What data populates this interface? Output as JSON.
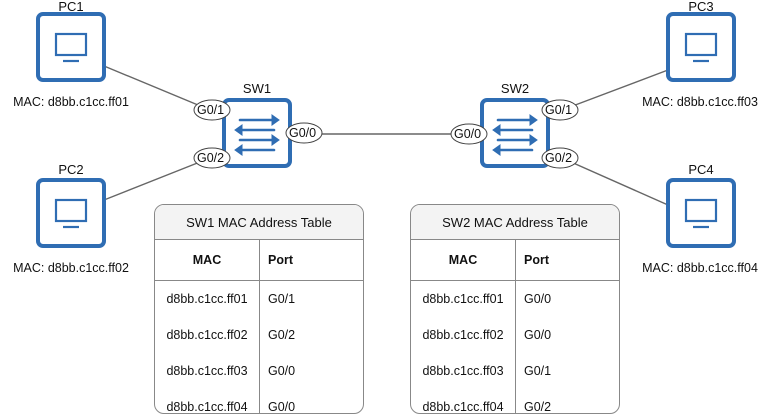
{
  "pcs": [
    {
      "name": "PC1",
      "mac": "MAC: d8bb.c1cc.ff01"
    },
    {
      "name": "PC2",
      "mac": "MAC: d8bb.c1cc.ff02"
    },
    {
      "name": "PC3",
      "mac": "MAC: d8bb.c1cc.ff03"
    },
    {
      "name": "PC4",
      "mac": "MAC: d8bb.c1cc.ff04"
    }
  ],
  "switches": [
    {
      "name": "SW1",
      "ports": [
        "G0/1",
        "G0/2",
        "G0/0"
      ]
    },
    {
      "name": "SW2",
      "ports": [
        "G0/0",
        "G0/1",
        "G0/2"
      ]
    }
  ],
  "tables": [
    {
      "title": "SW1 MAC Address Table",
      "headers": [
        "MAC",
        "Port"
      ],
      "rows": [
        [
          "d8bb.c1cc.ff01",
          "G0/1"
        ],
        [
          "d8bb.c1cc.ff02",
          "G0/2"
        ],
        [
          "d8bb.c1cc.ff03",
          "G0/0"
        ],
        [
          "d8bb.c1cc.ff04",
          "G0/0"
        ]
      ]
    },
    {
      "title": "SW2 MAC Address Table",
      "headers": [
        "MAC",
        "Port"
      ],
      "rows": [
        [
          "d8bb.c1cc.ff01",
          "G0/0"
        ],
        [
          "d8bb.c1cc.ff02",
          "G0/0"
        ],
        [
          "d8bb.c1cc.ff03",
          "G0/1"
        ],
        [
          "d8bb.c1cc.ff04",
          "G0/2"
        ]
      ]
    }
  ],
  "colors": {
    "device_blue": "#2f6db3",
    "device_fill": "#ffffff",
    "link": "#666666"
  }
}
